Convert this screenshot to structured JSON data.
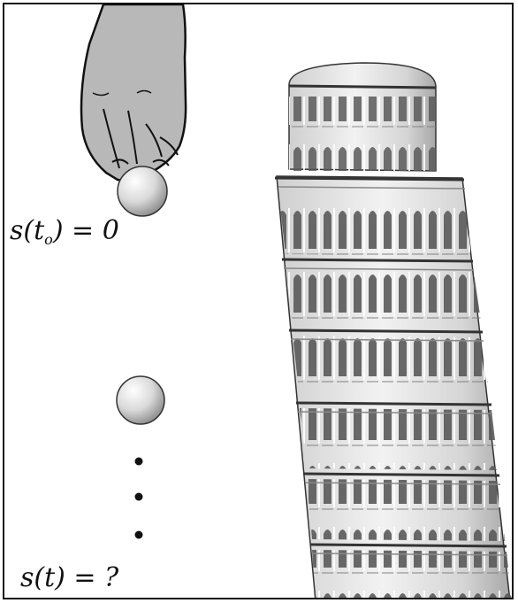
{
  "labels": {
    "initial": {
      "s": "s(",
      "t": "t",
      "sub": "o",
      "rest": ") = 0"
    },
    "final": "s(t) = ?"
  },
  "colors": {
    "frame": "#111111",
    "hand_fill": "#b8b8b8",
    "tower_light": "#e6e6e6",
    "tower_mid": "#bdbdbd",
    "tower_dark": "#444444",
    "ball_light": "#ffffff",
    "ball_dark": "#8a8a8a"
  },
  "icons": [
    "hand-icon",
    "ball-icon",
    "leaning-tower-icon",
    "ellipsis-dots-icon"
  ]
}
